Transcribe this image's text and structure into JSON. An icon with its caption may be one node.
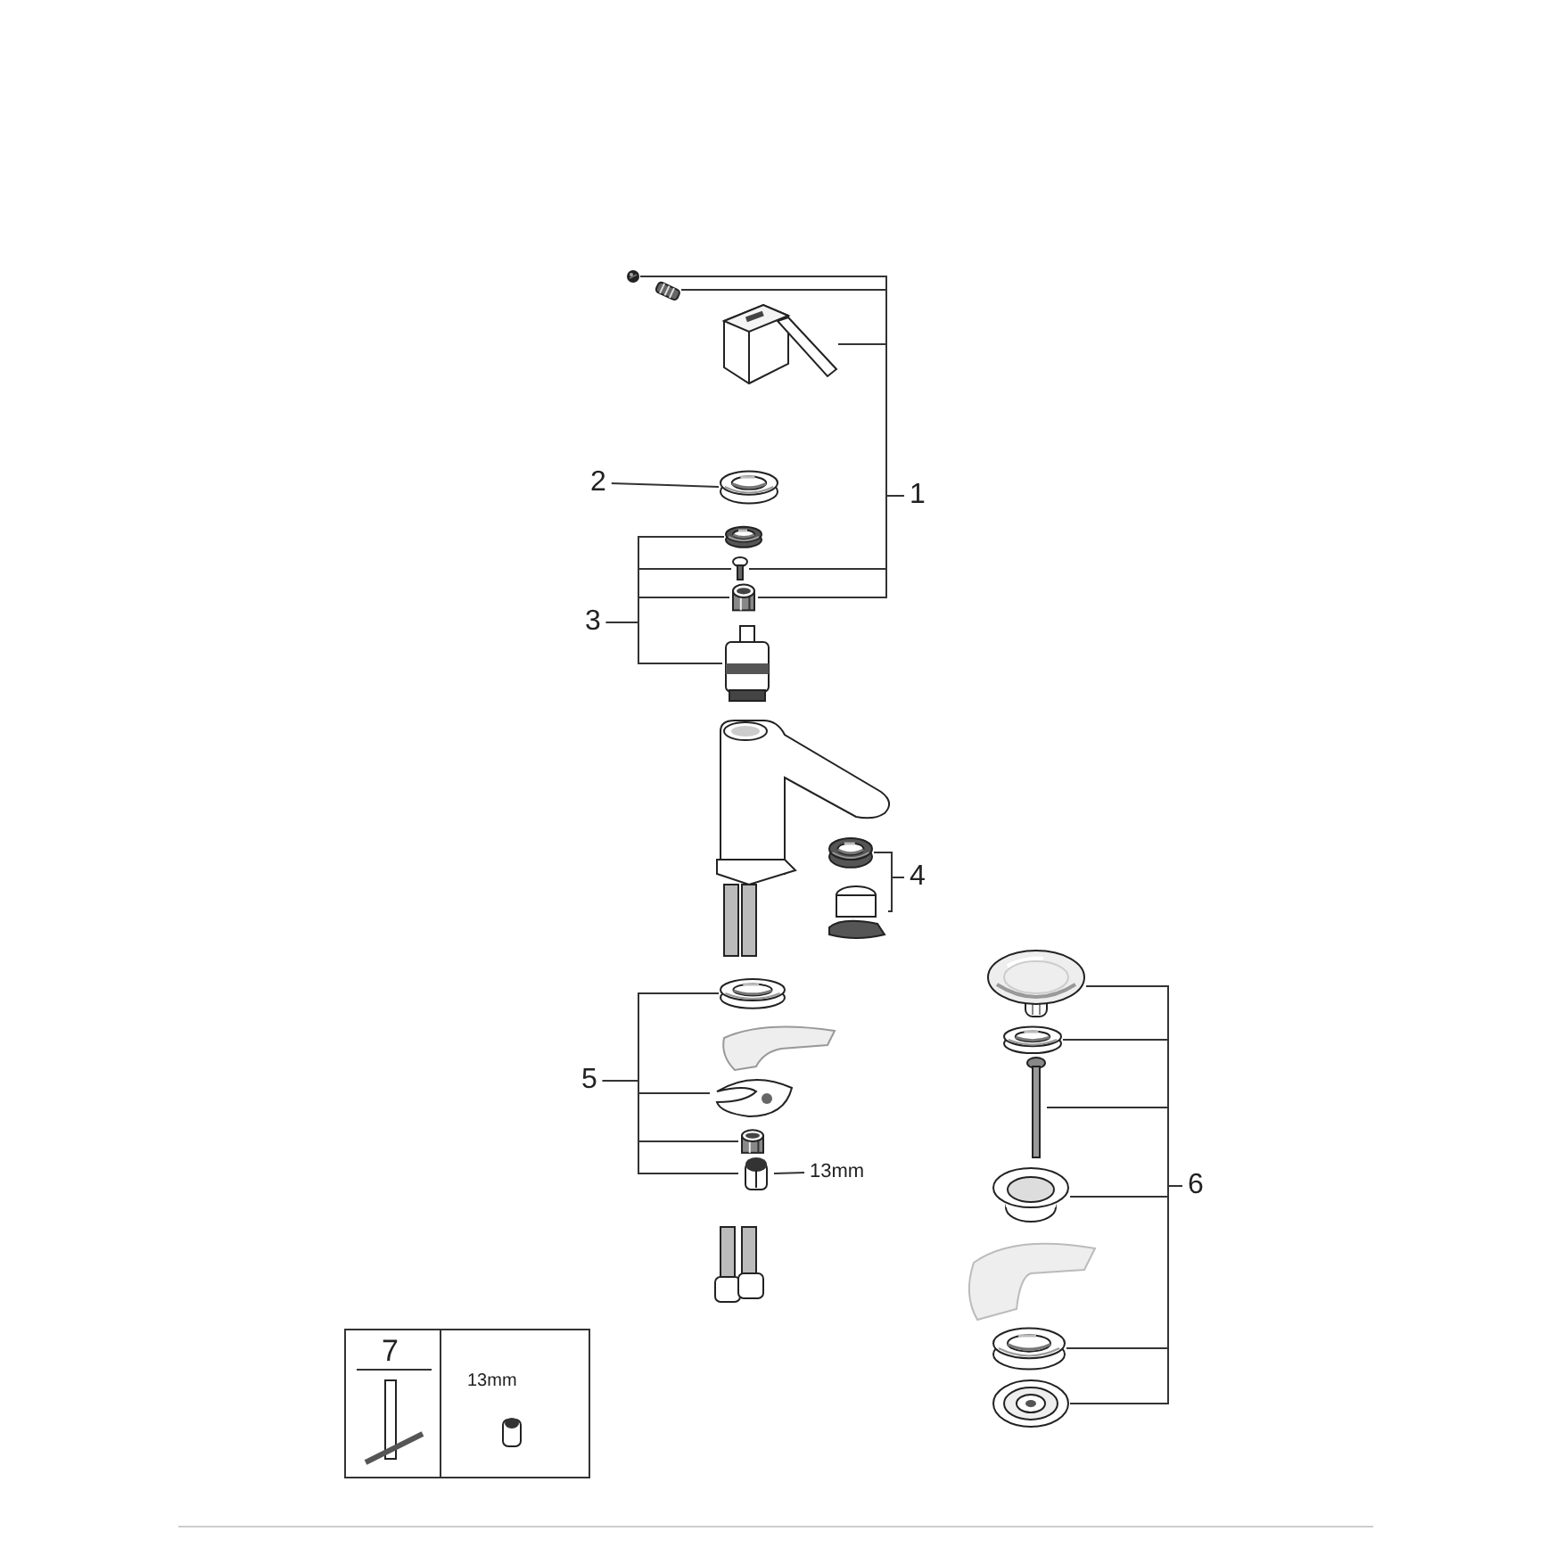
{
  "diagram": {
    "nodes": [
      {
        "text": [],
        "shape": "picture"
      },
      {
        "text": [],
        "shape": "picture"
      },
      {
        "text": [],
        "shape": "picture"
      },
      {
        "text": [
          "2"
        ]
      },
      {
        "text": [],
        "shape": "picture"
      },
      {
        "text": [
          "1"
        ]
      },
      {
        "text": [],
        "shape": "picture"
      },
      {
        "text": [],
        "shape": "picture"
      },
      {
        "text": [],
        "shape": "picture"
      },
      {
        "text": [
          "3"
        ]
      },
      {
        "text": [],
        "shape": "picture"
      },
      {
        "text": [],
        "shape": "picture"
      },
      {
        "text": [
          "4"
        ]
      },
      {
        "text": [],
        "shape": "picture"
      },
      {
        "text": [],
        "shape": "picture"
      },
      {
        "text": [],
        "shape": "picture"
      },
      {
        "text": [],
        "shape": "picture"
      },
      {
        "text": [
          "5"
        ]
      },
      {
        "text": [],
        "shape": "picture"
      },
      {
        "text": [],
        "shape": "picture"
      },
      {
        "text": [],
        "shape": "picture"
      },
      {
        "text": [],
        "shape": "picture"
      },
      {
        "text": [
          "13mm"
        ]
      },
      {
        "text": [
          "6"
        ]
      },
      {
        "text": [],
        "shape": "picture"
      },
      {
        "text": [],
        "shape": "picture"
      },
      {
        "text": [],
        "shape": "picture"
      }
    ],
    "edges": [
      {
        "from": 5,
        "to": 0,
        "arrow": "none"
      },
      {
        "from": 5,
        "to": 1,
        "arrow": "none"
      },
      {
        "from": 5,
        "to": 2,
        "arrow": "none"
      },
      {
        "from": 5,
        "to": 7,
        "arrow": "none"
      },
      {
        "from": 5,
        "to": 8,
        "arrow": "none"
      },
      {
        "from": 3,
        "to": 4,
        "arrow": "none"
      },
      {
        "from": 9,
        "to": 6,
        "arrow": "none"
      },
      {
        "from": 9,
        "to": 7,
        "arrow": "none"
      },
      {
        "from": 9,
        "to": 8,
        "arrow": "none"
      },
      {
        "from": 9,
        "to": 10,
        "arrow": "none"
      },
      {
        "from": 12,
        "to": 11,
        "arrow": "none"
      },
      {
        "from": 12,
        "to": 13,
        "arrow": "none"
      },
      {
        "from": 17,
        "to": 15,
        "arrow": "none"
      },
      {
        "from": 17,
        "to": 18,
        "arrow": "none"
      },
      {
        "from": 17,
        "to": 20,
        "arrow": "none"
      },
      {
        "from": 17,
        "to": 21,
        "arrow": "none"
      },
      {
        "from": 22,
        "to": 21,
        "arrow": "none"
      },
      {
        "from": 23,
        "to": 14,
        "arrow": "none"
      },
      {
        "from": 23,
        "to": 16,
        "arrow": "none"
      },
      {
        "from": 23,
        "to": 19,
        "arrow": "none"
      },
      {
        "from": 23,
        "to": 24,
        "arrow": "none"
      },
      {
        "from": 23,
        "to": 25,
        "arrow": "none"
      },
      {
        "from": 23,
        "to": 26,
        "arrow": "none"
      }
    ],
    "labels": [
      "7",
      "13mm"
    ]
  }
}
